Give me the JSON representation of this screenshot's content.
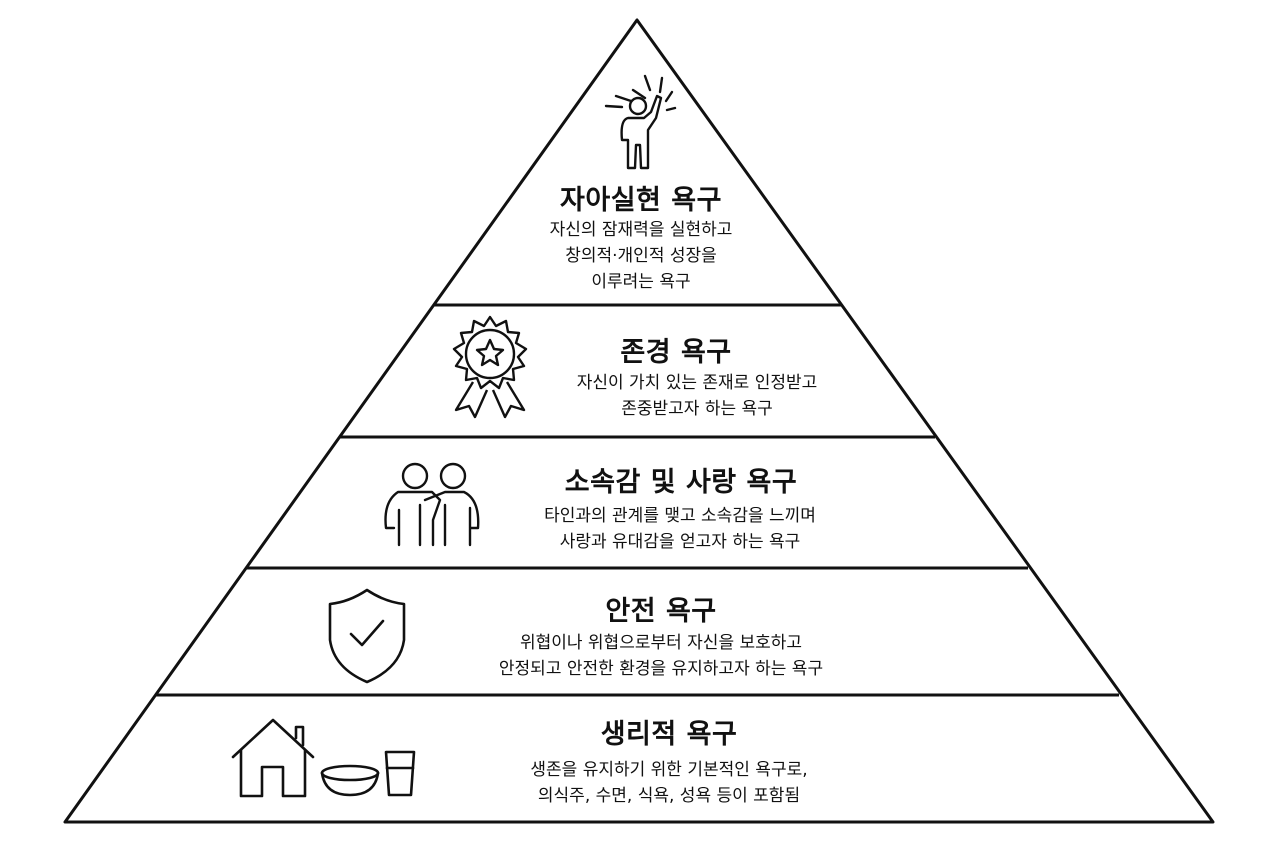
{
  "levels": [
    {
      "id": "self-actualization",
      "title": "자아실현 욕구",
      "lines": [
        "자신의 잠재력을 실현하고",
        "창의적·개인적 성장을",
        "이루려는 욕구"
      ],
      "icon": "achiever-person-icon"
    },
    {
      "id": "esteem",
      "title": "존경 욕구",
      "lines": [
        "자신이 가치 있는 존재로 인정받고",
        "존중받고자 하는 욕구"
      ],
      "icon": "award-ribbon-icon"
    },
    {
      "id": "belonging",
      "title": "소속감 및 사랑 욕구",
      "lines": [
        "타인과의 관계를 맺고 소속감을 느끼며",
        "사랑과 유대감을 얻고자 하는 욕구"
      ],
      "icon": "two-people-icon"
    },
    {
      "id": "safety",
      "title": "안전 욕구",
      "lines": [
        "위협이나 위협으로부터 자신을 보호하고",
        "안정되고 안전한 환경을 유지하고자 하는 욕구"
      ],
      "icon": "shield-check-icon"
    },
    {
      "id": "physiological",
      "title": "생리적 욕구",
      "lines": [
        "생존을 유지하기 위한 기본적인 욕구로,",
        "의식주, 수면, 식욕, 성욕 등이 포함됨"
      ],
      "icon": "house-bowl-cup-icon"
    }
  ]
}
